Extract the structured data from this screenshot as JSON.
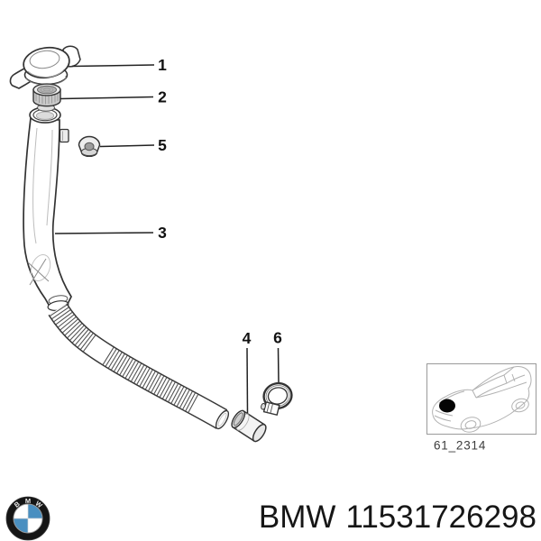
{
  "diagram": {
    "callouts": [
      {
        "label": "1"
      },
      {
        "label": "2"
      },
      {
        "label": "3"
      },
      {
        "label": "4"
      },
      {
        "label": "5"
      },
      {
        "label": "6"
      }
    ],
    "thumbnail": {
      "caption": "61_2314"
    }
  },
  "footer": {
    "brand": "BMW",
    "part_number": "11531726298",
    "logo_letters": [
      "B",
      "M",
      "W"
    ]
  },
  "colors": {
    "logo_blue": "#4a8fc0",
    "text": "#161616"
  }
}
